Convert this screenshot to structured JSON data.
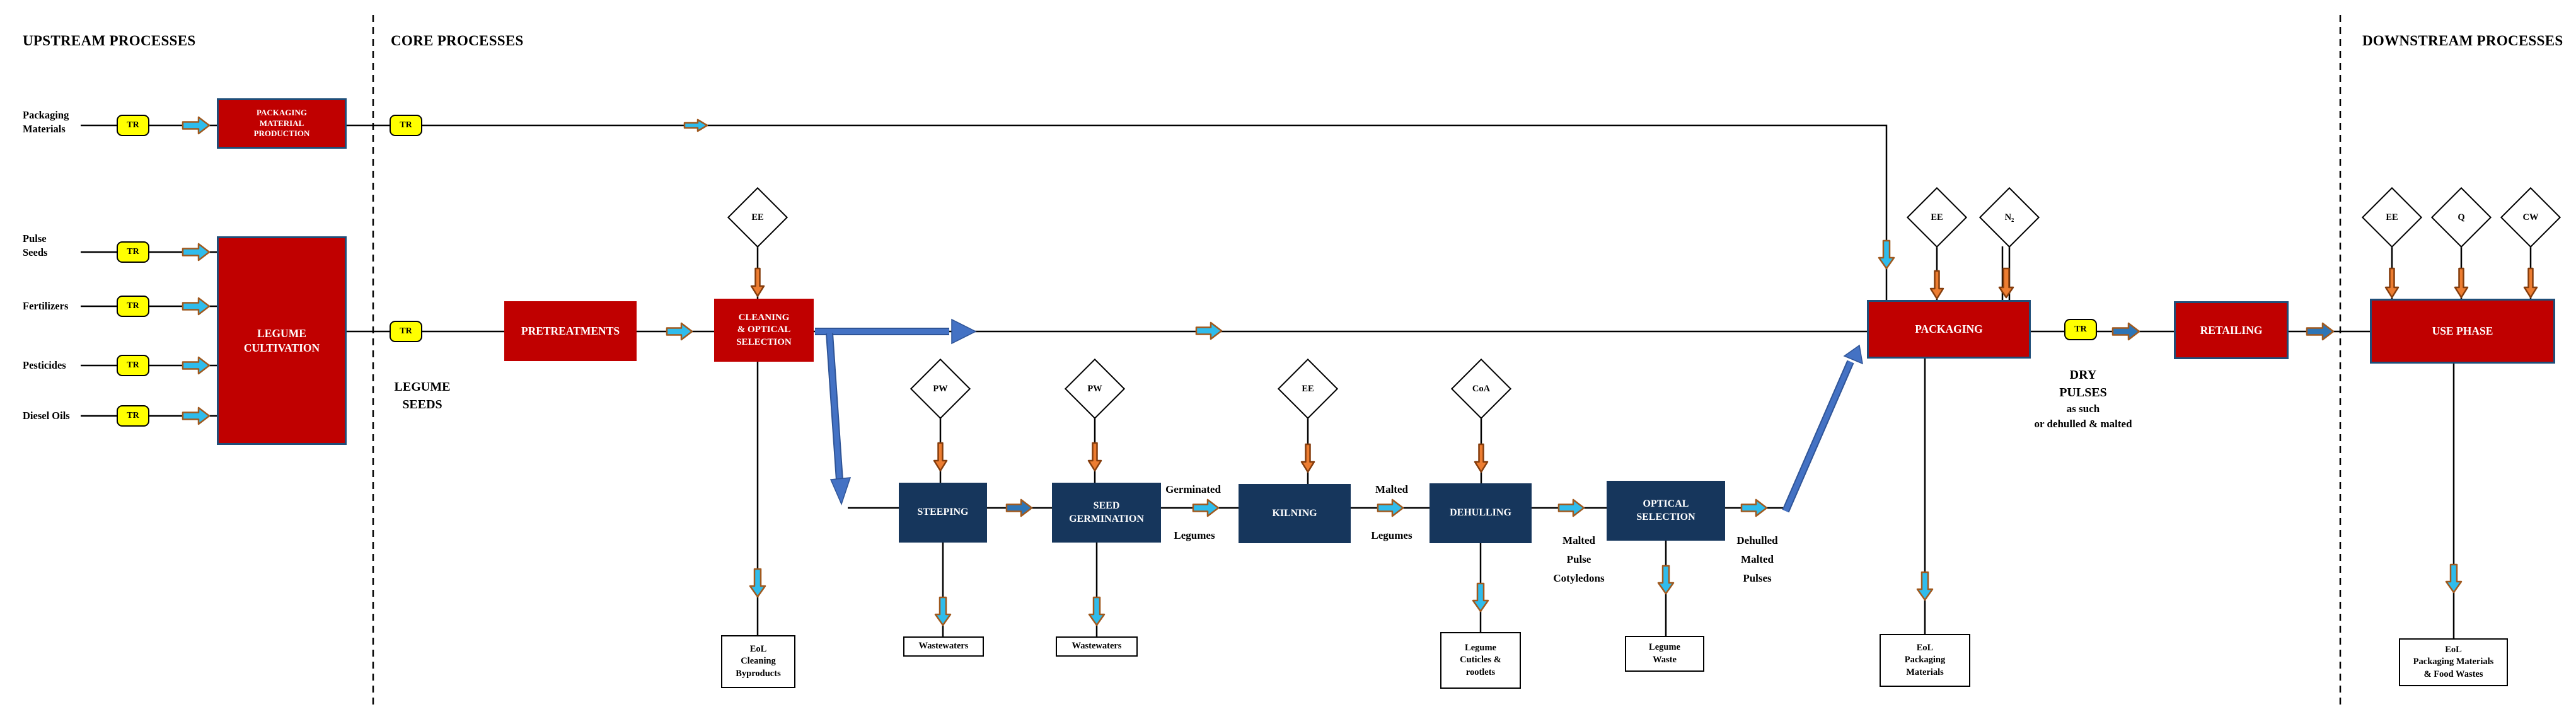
{
  "headers": {
    "upstream": "UPSTREAM PROCESSES",
    "core": "CORE PROCESSES",
    "downstream": "DOWNSTREAM PROCESSES"
  },
  "tr": "TR",
  "inputs": [
    {
      "lines": [
        "Packaging",
        "Materials"
      ]
    },
    {
      "lines": [
        "Pulse",
        "Seeds"
      ]
    },
    {
      "lines": [
        "Fertilizers"
      ]
    },
    {
      "lines": [
        "Pesticides"
      ]
    },
    {
      "lines": [
        "Diesel Oils"
      ]
    }
  ],
  "processes": {
    "packaging_material_production": {
      "lines": [
        "PACKAGING",
        "MATERIAL",
        "PRODUCTION"
      ]
    },
    "legume_cultivation": {
      "lines": [
        "LEGUME",
        "CULTIVATION"
      ]
    },
    "pretreatments": {
      "lines": [
        "PRETREATMENTS"
      ]
    },
    "cleaning_optical_selection": {
      "lines": [
        "CLEANING",
        "& OPTICAL",
        "SELECTION"
      ]
    },
    "steeping": {
      "lines": [
        "STEEPING"
      ]
    },
    "seed_germination": {
      "lines": [
        "SEED",
        "GERMINATION"
      ]
    },
    "kilning": {
      "lines": [
        "KILNING"
      ]
    },
    "dehulling": {
      "lines": [
        "DEHULLING"
      ]
    },
    "optical_selection": {
      "lines": [
        "OPTICAL",
        "SELECTION"
      ]
    },
    "packaging": {
      "lines": [
        "PACKAGING"
      ]
    },
    "retailing": {
      "lines": [
        "RETAILING"
      ]
    },
    "use_phase": {
      "lines": [
        "USE PHASE"
      ]
    }
  },
  "indicators": {
    "ee": "EE",
    "pw": "PW",
    "coa": "CoA",
    "n2": "N₂",
    "q": "Q",
    "cw": "CW"
  },
  "flow_labels": {
    "legume_seeds": [
      "LEGUME",
      "SEEDS"
    ],
    "germinated_legumes": [
      "Germinated",
      "Legumes"
    ],
    "malted_legumes": [
      "Malted",
      "Legumes"
    ],
    "malted_pulse_cotyledons": [
      "Malted",
      "Pulse",
      "Cotyledons"
    ],
    "dehulled_malted_pulses": [
      "Dehulled",
      "Malted",
      "Pulses"
    ],
    "dry_pulses": [
      "DRY",
      "PULSES",
      "as such",
      "or dehulled & malted"
    ]
  },
  "waste_outputs": {
    "eol_cleaning_byproducts": [
      "EoL",
      "Cleaning",
      "Byproducts"
    ],
    "wastewaters_steeping": [
      "Wastewaters"
    ],
    "wastewaters_germination": [
      "Wastewaters"
    ],
    "legume_cuticles_rootlets": [
      "Legume",
      "Cuticles &",
      "rootlets"
    ],
    "legume_waste": [
      "Legume",
      "Waste"
    ],
    "eol_packaging_materials": [
      "EoL",
      "Packaging",
      "Materials"
    ],
    "eol_packaging_food_wastes": [
      "EoL",
      "Packaging Materials",
      "& Food Wastes"
    ]
  },
  "colors": {
    "process_red": "#C00000",
    "process_navy": "#16365C",
    "transport_yellow": "#FFFF00",
    "flow_cyan": "#2FBCEC",
    "flow_blue": "#2E75B6",
    "bulk_flow_blue": "#4472C4",
    "indicator_orange": "#ED7D31",
    "box_border_blue": "#1F4E79"
  }
}
